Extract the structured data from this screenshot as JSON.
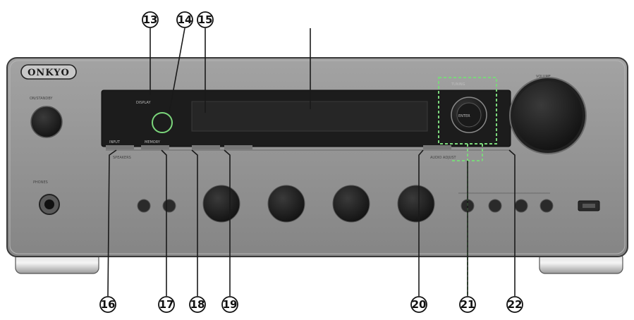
{
  "brand": "ONKYO",
  "colors": {
    "panel": "#8f8f8f",
    "panel_edge": "#3a3a3a",
    "display": "#1c1c1c",
    "knob": "#222222",
    "highlight": "#7bd67b",
    "callout_line": "#1a1a1a"
  },
  "panel_labels": {
    "on_standby": "ON/STANDBY",
    "volume": "VOLUME",
    "phones": "PHONES",
    "speakers": "SPEAKERS",
    "input": "INPUT",
    "memory": "MEMORY",
    "display_label": "DISPLAY",
    "tuning": "TUNING",
    "audio_adjust": "AUDIO ADJUST",
    "enter": "ENTER"
  },
  "callouts": {
    "c13": "13",
    "c14": "14",
    "c15": "15",
    "c16": "16",
    "c17": "17",
    "c18": "18",
    "c19": "19",
    "c20": "20",
    "c21": "21",
    "c22": "22"
  },
  "icons": {
    "power_button": "power-knob",
    "volume_knob": "volume-dial",
    "usb_port": "usb-port-icon",
    "headphone_jack": "headphone-jack-icon"
  }
}
